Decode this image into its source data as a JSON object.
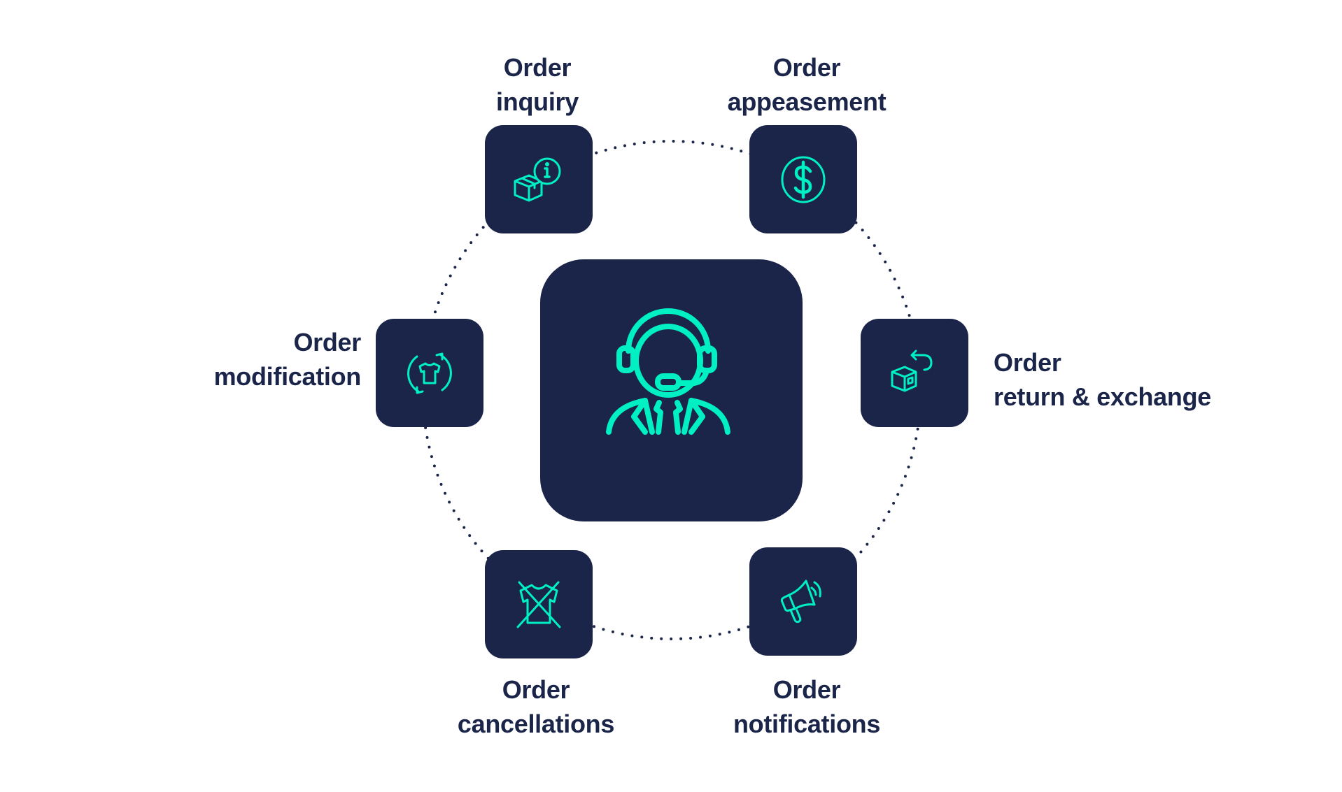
{
  "colors": {
    "navy": "#1a2549",
    "teal": "#00f0c4",
    "background": "#ffffff"
  },
  "center": {
    "icon": "customer-support-agent-icon"
  },
  "nodes": [
    {
      "id": "inquiry",
      "line1": "Order",
      "line2": "inquiry",
      "icon": "box-info-icon"
    },
    {
      "id": "appeasement",
      "line1": "Order",
      "line2": "appeasement",
      "icon": "dollar-coin-icon"
    },
    {
      "id": "return",
      "line1": "Order",
      "line2": "return & exchange",
      "icon": "box-return-icon"
    },
    {
      "id": "notifications",
      "line1": "Order",
      "line2": "notifications",
      "icon": "megaphone-icon"
    },
    {
      "id": "cancellations",
      "line1": "Order",
      "line2": "cancellations",
      "icon": "shirt-crossed-icon"
    },
    {
      "id": "modification",
      "line1": "Order",
      "line2": "modification",
      "icon": "shirt-refresh-icon"
    }
  ]
}
